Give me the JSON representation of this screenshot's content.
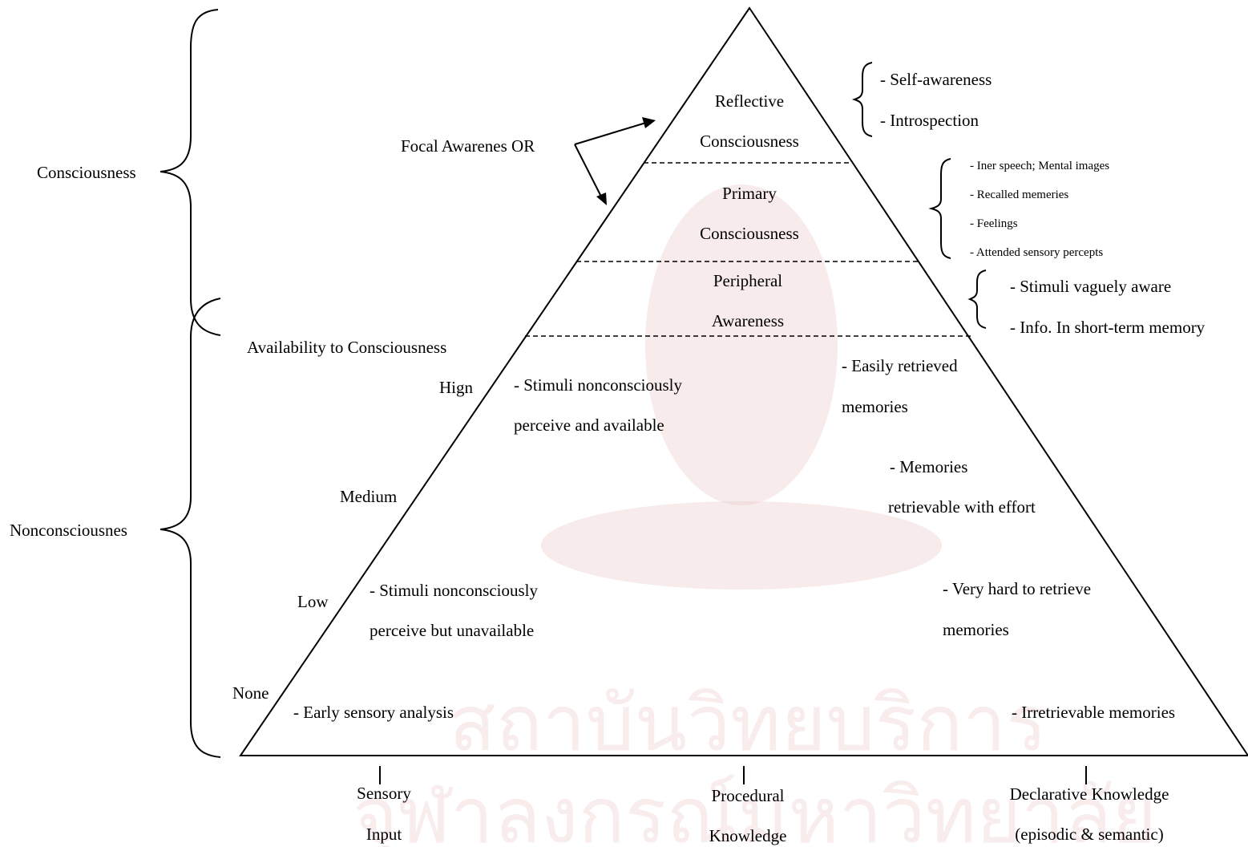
{
  "watermark": {
    "line1": "สถาบันวิทยบริการ",
    "line2": "จุฬาลงกรณ์มหาวิทยาลัย"
  },
  "brackets": {
    "consciousness": "Consciousness",
    "nonconsciousness": "Nonconsciousnes"
  },
  "focal": "Focal Awarenes  OR",
  "levels": {
    "reflective": [
      "Reflective",
      "Consciousness"
    ],
    "primary": [
      "Primary",
      "Consciousness"
    ],
    "peripheral": [
      "Peripheral",
      "Awareness"
    ]
  },
  "reflective_items": [
    "- Self-awareness",
    "- Introspection"
  ],
  "primary_items": [
    "- Iner speech; Mental images",
    "- Recalled memeries",
    "- Feelings",
    "- Attended sensory percepts"
  ],
  "peripheral_items": [
    "- Stimuli vaguely aware",
    "- Info. In short-term memory"
  ],
  "availability": {
    "title": "Availability to Consciousness",
    "high": "Hign",
    "medium": "Medium",
    "low": "Low",
    "none": "None"
  },
  "stimuli_available": [
    "- Stimuli  nonconsciously",
    "perceive  and  available"
  ],
  "stimuli_unavailable": [
    "- Stimuli  nonconsciously",
    "perceive  but  unavailable"
  ],
  "early_sensory": "- Early sensory analysis",
  "memories": {
    "easily": [
      "- Easily retrieved",
      "memories"
    ],
    "effort": [
      "- Memories",
      "retrievable with effort"
    ],
    "hard": [
      "- Very hard to retrieve",
      "memories"
    ],
    "irretrievable": "- Irretrievable memories"
  },
  "bottom": {
    "sensory": [
      "Sensory",
      "Input"
    ],
    "procedural": [
      "Procedural",
      "Knowledge"
    ],
    "declarative": [
      "Declarative Knowledge",
      "(episodic & semantic)"
    ]
  }
}
